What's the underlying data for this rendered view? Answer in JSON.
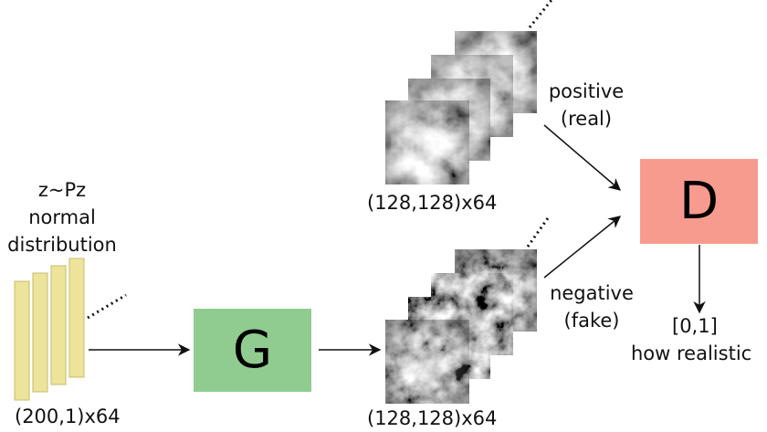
{
  "noise": {
    "label_lines": [
      "z~Pz",
      "normal",
      "distribution"
    ],
    "shape": "(200,1)x64",
    "bar_color": "#ede39b",
    "bar_edge": "#c6bd6a"
  },
  "generator": {
    "label": "G",
    "color": "#90cc90"
  },
  "discriminator": {
    "label": "D",
    "color": "#f79b8e"
  },
  "real_stack": {
    "shape": "(128,128)x64"
  },
  "fake_stack": {
    "shape": "(128,128)x64"
  },
  "positive": {
    "line1": "positive",
    "line2": "(real)"
  },
  "negative": {
    "line1": "negative",
    "line2": "(fake)"
  },
  "output": {
    "line1": "[0,1]",
    "line2": "how realistic"
  }
}
